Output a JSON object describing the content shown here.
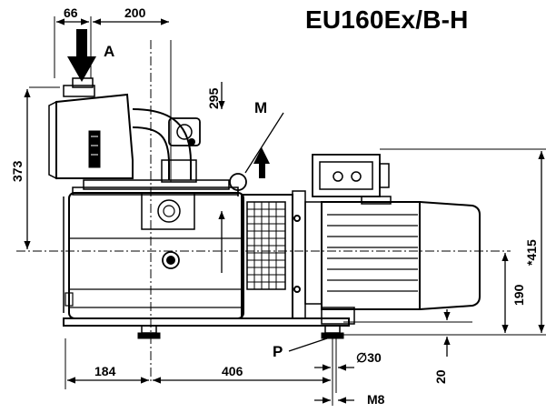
{
  "title": "EU160Ex/B-H",
  "labels": {
    "inlet": "A",
    "motor_mark": "M",
    "port_mark": "P"
  },
  "dimensions": {
    "inlet_offset": "66",
    "inlet_to_center": "200",
    "top_depth": "295",
    "total_height": "373",
    "overall_height": "*415",
    "shaft_height": "190",
    "foot_height": "20",
    "left_length": "184",
    "mid_length": "406",
    "bolt_diameter": "∅30",
    "thread": "M8"
  },
  "colors": {
    "line": "#000000",
    "background": "#ffffff"
  }
}
